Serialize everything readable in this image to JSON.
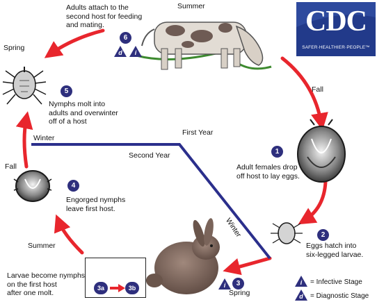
{
  "logo": {
    "name": "CDC",
    "tagline": "SAFER·HEALTHIER·PEOPLE™",
    "color": "#223a8a"
  },
  "colors": {
    "arrow": "#e8262d",
    "timeline": "#2b2f8c",
    "badge": "#2e2f7d"
  },
  "seasons": {
    "summer_top": "Summer",
    "fall_right": "Fall",
    "spring_left": "Spring",
    "fall_left": "Fall",
    "summer_left": "Summer",
    "spring_bottom": "Spring"
  },
  "timeline": {
    "winter_left": "Winter",
    "first_year": "First Year",
    "second_year": "Second Year",
    "winter_diag": "Winter"
  },
  "stages": [
    {
      "num": "1",
      "text": "Adult females drop\noff host to lay eggs."
    },
    {
      "num": "2",
      "text": "Eggs hatch into\nsix-legged larvae."
    },
    {
      "num": "3",
      "marker": "i"
    },
    {
      "num": "4",
      "text": "Engorged nymphs\nleave first host."
    },
    {
      "num": "5",
      "text": "Nymphs molt into\nadults and overwinter\noff of a host"
    },
    {
      "num": "6",
      "text": "Adults attach to the\nsecond host for feeding\nand mating.",
      "markers": [
        "d",
        "i"
      ]
    }
  ],
  "molt": {
    "label": "Larvae become nymphs\non the first host\nafter one molt.",
    "from": "3a",
    "to": "3b"
  },
  "legend": [
    {
      "symbol": "i",
      "label": "= Infective Stage"
    },
    {
      "symbol": "d",
      "label": "= Diagnostic Stage"
    }
  ],
  "icons": {
    "adult_tick": "tick-icon",
    "engorged_tick": "engorged-tick-icon",
    "cow": "cow-icon",
    "rabbit": "rabbit-icon"
  }
}
